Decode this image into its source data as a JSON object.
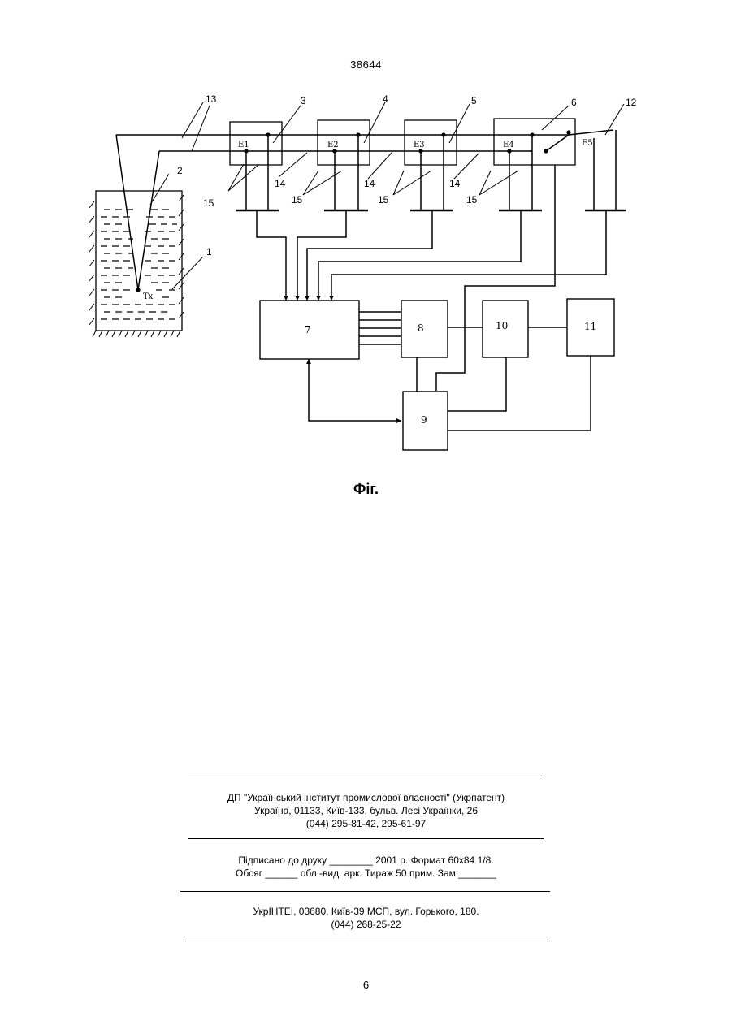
{
  "header": {
    "doc_number": "38644"
  },
  "figure": {
    "caption": "Фіг.",
    "electrodes": [
      "E1",
      "E2",
      "E3",
      "E4",
      "E5"
    ],
    "blocks": [
      "7",
      "8",
      "9",
      "10",
      "11"
    ],
    "vessel_label": "Tx",
    "ref_numbers": [
      "1",
      "2",
      "3",
      "4",
      "5",
      "6",
      "12",
      "13",
      "14",
      "15"
    ]
  },
  "imprint": {
    "publisher_line1": "ДП \"Український інститут промислової власності\" (Укрпатент)",
    "publisher_line2": "Україна, 01133, Київ-133, бульв. Лесі Українки, 26",
    "publisher_line3": "(044) 295-81-42, 295-61-97",
    "print_line1": "Підписано до друку ________ 2001 р.    Формат 60х84 1/8.",
    "print_line2": "Обсяг ______ обл.-вид. арк.   Тираж 50 прим.    Зам._______",
    "printer_line1": "УкрІНТЕІ, 03680, Київ-39 МСП, вул. Горького, 180.",
    "printer_line2": "(044) 268-25-22"
  },
  "footer": {
    "page_number": "6"
  }
}
